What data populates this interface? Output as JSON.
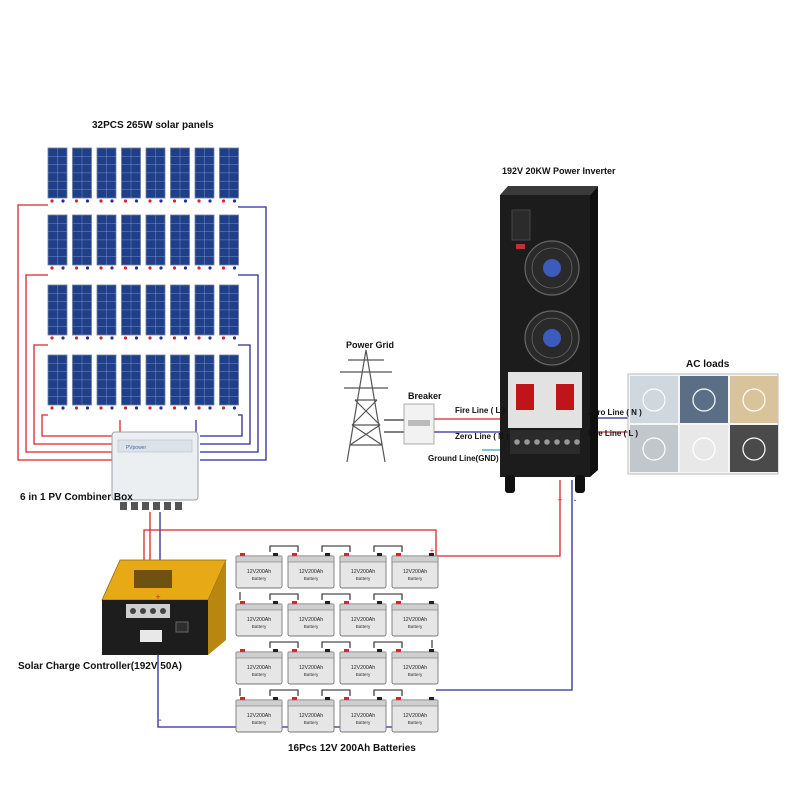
{
  "labels": {
    "solar_panels": "32PCS  265W solar panels",
    "combiner_box": "6 in 1 PV Combiner Box",
    "charge_controller": "Solar Charge Controller(192V 50A)",
    "batteries": "16Pcs 12V 200Ah Batteries",
    "inverter": "192V 20KW Power Inverter",
    "power_grid": "Power Grid",
    "breaker": "Breaker",
    "ac_loads": "AC loads",
    "fire_line_left": "Fire Line ( L )",
    "zero_line_left": "Zero Line ( N )",
    "ground_line": "Ground Line(GND)",
    "zero_line_right": "Zero Line ( N )",
    "fire_line_right": "Fire Line ( L )"
  },
  "battery": {
    "line1": "12V200Ah",
    "line2": "Battery"
  },
  "polarity": {
    "plus": "+",
    "minus": "-"
  },
  "combiner_brand": "PVpower",
  "colors": {
    "positive_wire": "#d9262c",
    "negative_wire": "#2b2b9c",
    "ground_wire": "#2aa7b8",
    "panel_blue": "#1f3f8a",
    "inverter_body": "#1c1c1c",
    "controller_yellow": "#e8a916"
  },
  "components": {
    "solar_panel_rows": 4,
    "solar_panels_per_row": 8,
    "battery_rows": 4,
    "batteries_per_row": 4,
    "ac_load_items": [
      "fan-icon",
      "laptop-icon",
      "lamp-icon",
      "fridge-icon",
      "air-conditioner-icon",
      "cooktop-icon"
    ]
  }
}
